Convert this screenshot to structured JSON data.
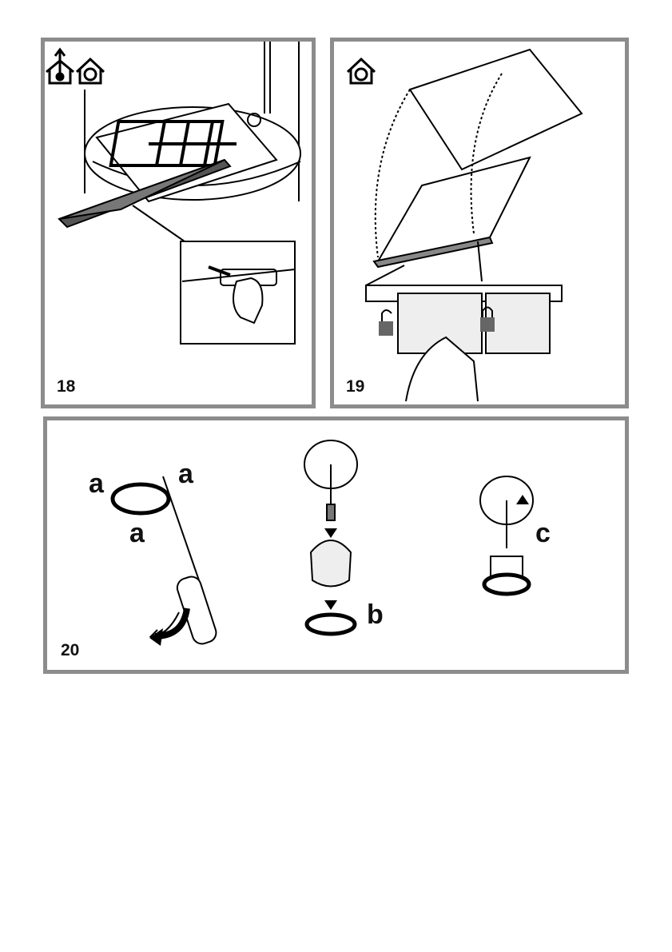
{
  "figures": [
    {
      "number": "18",
      "icons": [
        "ducted-mode-icon",
        "recirculation-mode-icon"
      ]
    },
    {
      "number": "19",
      "icons": [
        "recirculation-mode-icon"
      ],
      "lock_states": [
        "unlocked-icon",
        "locked-icon"
      ]
    },
    {
      "number": "20",
      "labels": {
        "a1": "a",
        "a2": "a",
        "a3": "a",
        "b": "b",
        "c": "c"
      }
    }
  ]
}
